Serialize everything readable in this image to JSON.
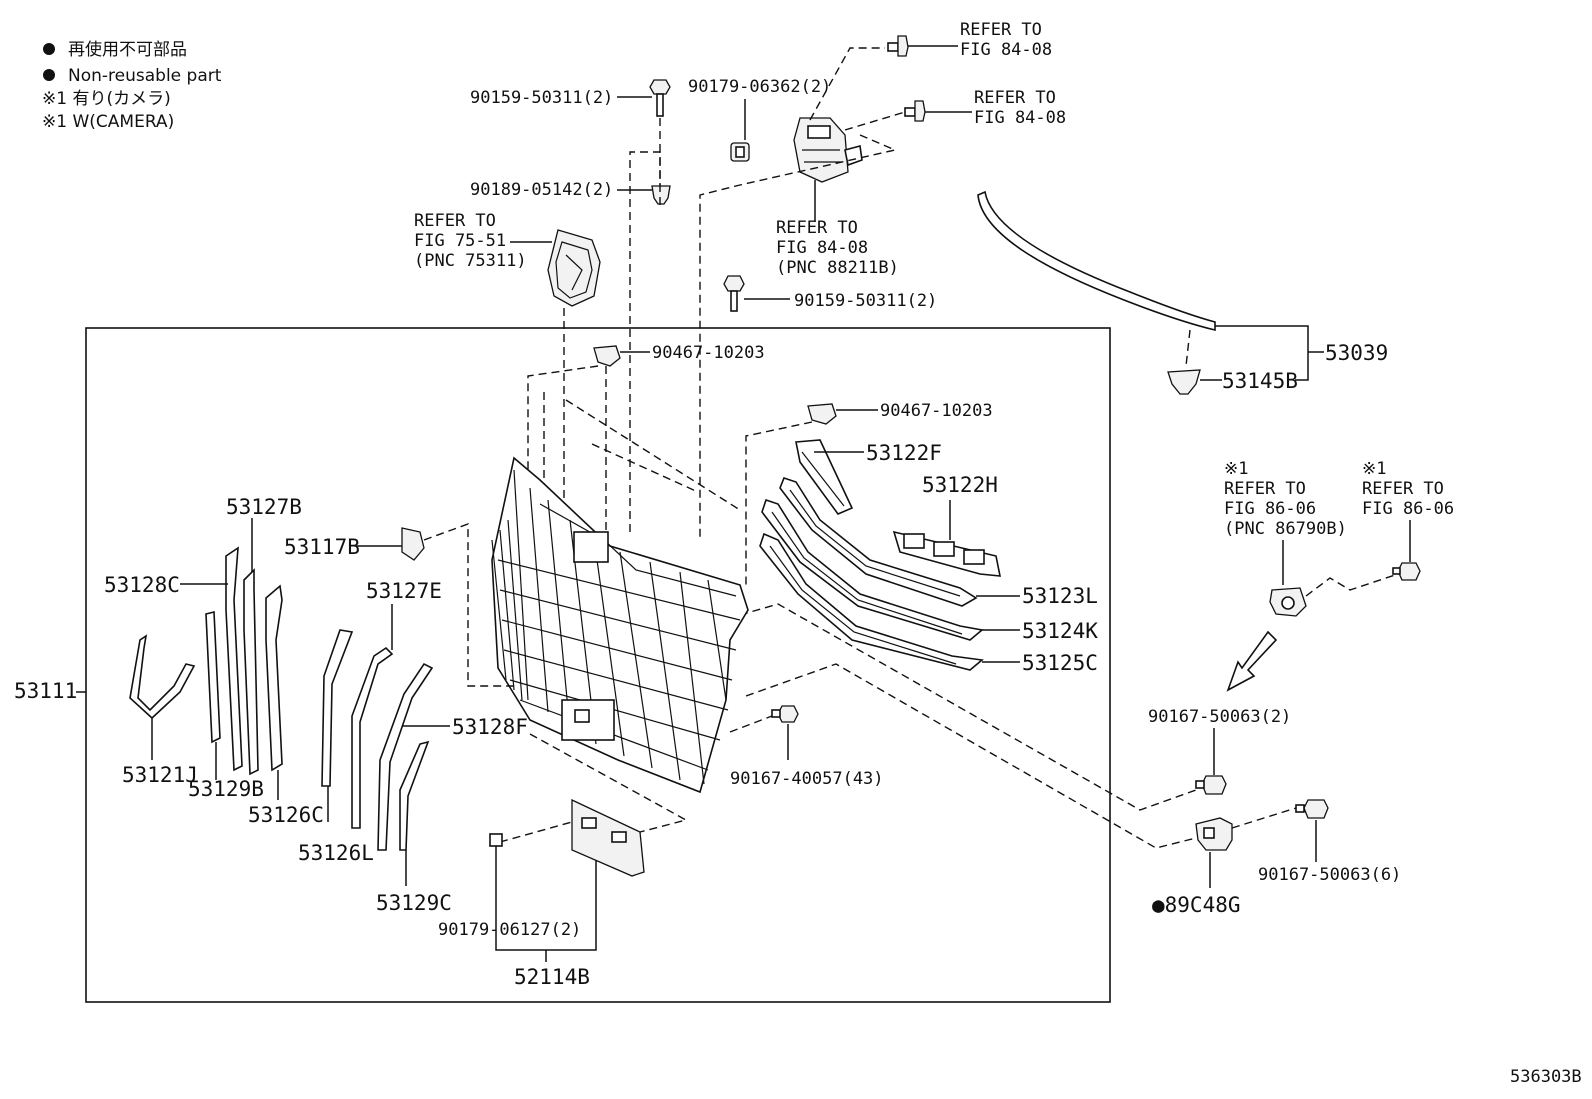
{
  "legend": {
    "line1": "再使用不可部品",
    "line2": "Non-reusable part",
    "line3": "※1 有り(カメラ)",
    "line4": "※1 W(CAMERA)"
  },
  "labels": {
    "p53111": "53111",
    "p53127B": "53127B",
    "p53128C": "53128C",
    "p53117B": "53117B",
    "p53127E": "53127E",
    "p53128F": "53128F",
    "p53121J": "53121J",
    "p53129B": "53129B",
    "p53126C": "53126C",
    "p53126L": "53126L",
    "p53129C": "53129C",
    "p52114B": "52114B",
    "p53122F": "53122F",
    "p53122H": "53122H",
    "p53123L": "53123L",
    "p53124K": "53124K",
    "p53125C": "53125C",
    "p53039": "53039",
    "p53145B": "53145B",
    "p89C48G": "●89C48G",
    "b90159_top": "90159-50311(2)",
    "b90189": "90189-05142(2)",
    "b90179_06362": "90179-06362(2)",
    "b90159_mid": "90159-50311(2)",
    "b90467_a": "90467-10203",
    "b90467_b": "90467-10203",
    "b90167_40057": "90167-40057(43)",
    "b90179_06127": "90179-06127(2)",
    "b90167_50063_2": "90167-50063(2)",
    "b90167_50063_6": "90167-50063(6)",
    "ref1_a": "REFER TO",
    "ref1_b": "FIG 84-08",
    "ref2_a": "REFER TO",
    "ref2_b": "FIG 84-08",
    "ref3_a": "REFER TO",
    "ref3_b": "FIG 84-08",
    "ref3_c": "(PNC 88211B)",
    "ref4_a": "REFER TO",
    "ref4_b": "FIG 75-51",
    "ref4_c": "(PNC 75311)",
    "ref5_note": "※1",
    "ref5_a": "REFER TO",
    "ref5_b": "FIG 86-06",
    "ref5_c": "(PNC 86790B)",
    "ref6_note": "※1",
    "ref6_a": "REFER TO",
    "ref6_b": "FIG 86-06",
    "figure_id": "536303B"
  }
}
